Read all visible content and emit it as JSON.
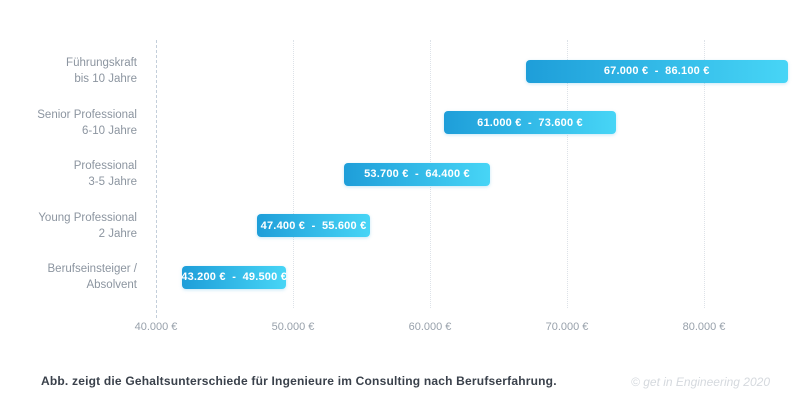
{
  "caption": {
    "text": "Abb. zeigt die Gehaltsunterschiede für Ingenieure im Consulting nach Berufserfahrung."
  },
  "footer": {
    "copyright": "© get in Engineering 2020"
  },
  "colors": {
    "bar_gradient_start": "#1e9ed9",
    "bar_gradient_end": "#47d5f6",
    "bar_text": "#ffffff",
    "axis_line": "#c3ceda",
    "gridline": "#dde2e8",
    "tick_label": "#98a1ab",
    "category_label": "#8c95a0",
    "caption_text": "#3a414b",
    "copyright_text": "#d5d9de"
  },
  "chart_data": {
    "type": "bar",
    "subtype": "horizontal-range",
    "title": "",
    "xlabel": "",
    "ylabel": "",
    "grid": "vertical-dotted",
    "legend": "none",
    "xlim": [
      40000,
      87500
    ],
    "x_ticks": [
      40000,
      50000,
      60000,
      70000,
      80000
    ],
    "x_tick_labels": [
      "40.000 €",
      "50.000 €",
      "60.000 €",
      "70.000 €",
      "80.000 €"
    ],
    "categories": [
      "Führungskraft bis 10 Jahre",
      "Senior Professional 6-10 Jahre",
      "Professional 3-5 Jahre",
      "Young Professional 2 Jahre",
      "Berufseinsteiger / Absolvent"
    ],
    "rows": [
      {
        "label_lines": [
          "Führungskraft",
          "bis 10 Jahre"
        ],
        "min": 67000,
        "max": 86100,
        "range_label": "67.000 €  -  86.100 €"
      },
      {
        "label_lines": [
          "Senior Professional",
          "6-10 Jahre"
        ],
        "min": 61000,
        "max": 73600,
        "range_label": "61.000 €  -  73.600 €"
      },
      {
        "label_lines": [
          "Professional",
          "3-5 Jahre"
        ],
        "min": 53700,
        "max": 64400,
        "range_label": "53.700 €  -  64.400 €"
      },
      {
        "label_lines": [
          "Young Professional",
          "2 Jahre"
        ],
        "min": 47400,
        "max": 55600,
        "range_label": "47.400 €  -  55.600 €"
      },
      {
        "label_lines": [
          "Berufseinsteiger /",
          "Absolvent"
        ],
        "min": 43200,
        "max": 49500,
        "range_label": "43.200 €  -  49.500 €"
      }
    ]
  }
}
